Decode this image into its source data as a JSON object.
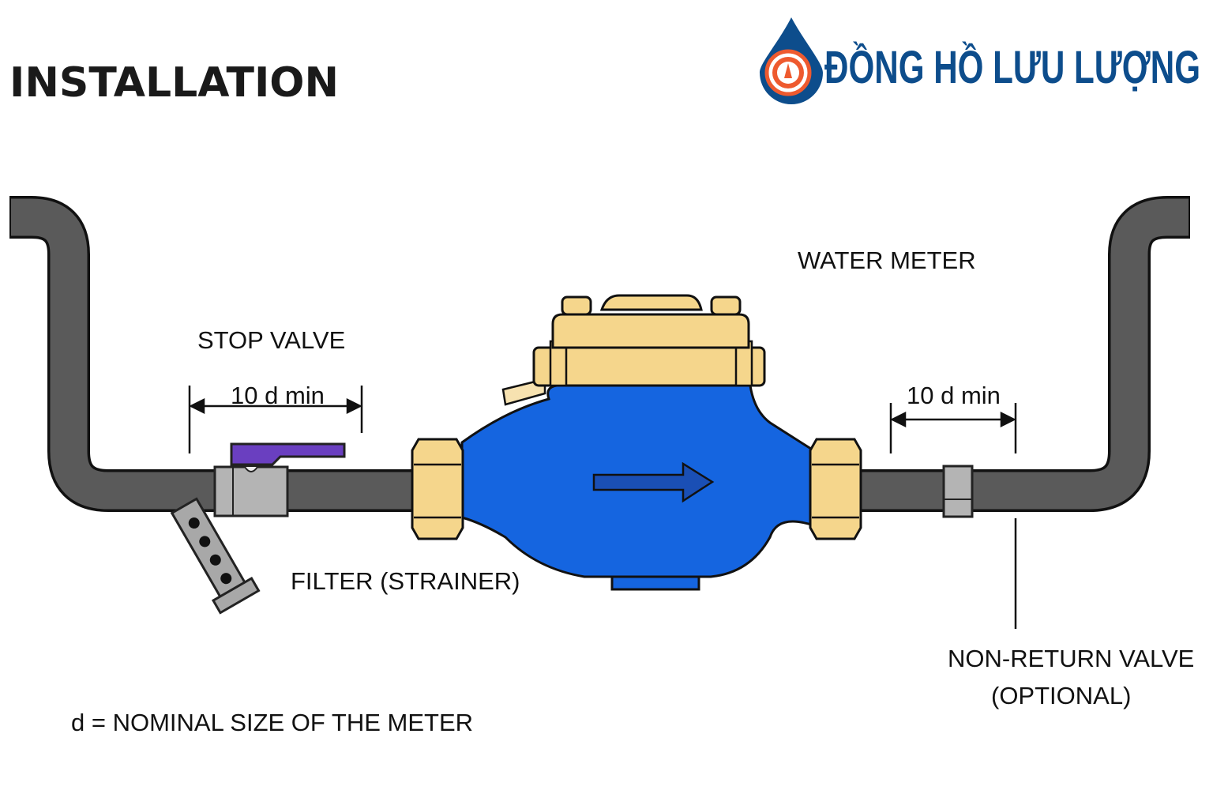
{
  "title": "INSTALLATION",
  "logo": {
    "text": "ĐỒNG HỒ LƯU LƯỢNG",
    "color": "#0d4d8c",
    "accent": "#ee5a2f"
  },
  "labels": {
    "water_meter": "WATER METER",
    "stop_valve": "STOP VALVE",
    "dim_left": "10 d min",
    "dim_right": "10 d min",
    "filter": "FILTER (STRAINER)",
    "non_return_1": "NON-RETURN VALVE",
    "non_return_2": "(OPTIONAL)",
    "legend": "d = NOMINAL SIZE OF THE METER"
  },
  "colors": {
    "pipe": "#5a5a5a",
    "meter_body": "#1565e0",
    "brass": "#f5d68c",
    "valve_handle": "#6a3fc0",
    "fitting": "#b4b4b4"
  }
}
